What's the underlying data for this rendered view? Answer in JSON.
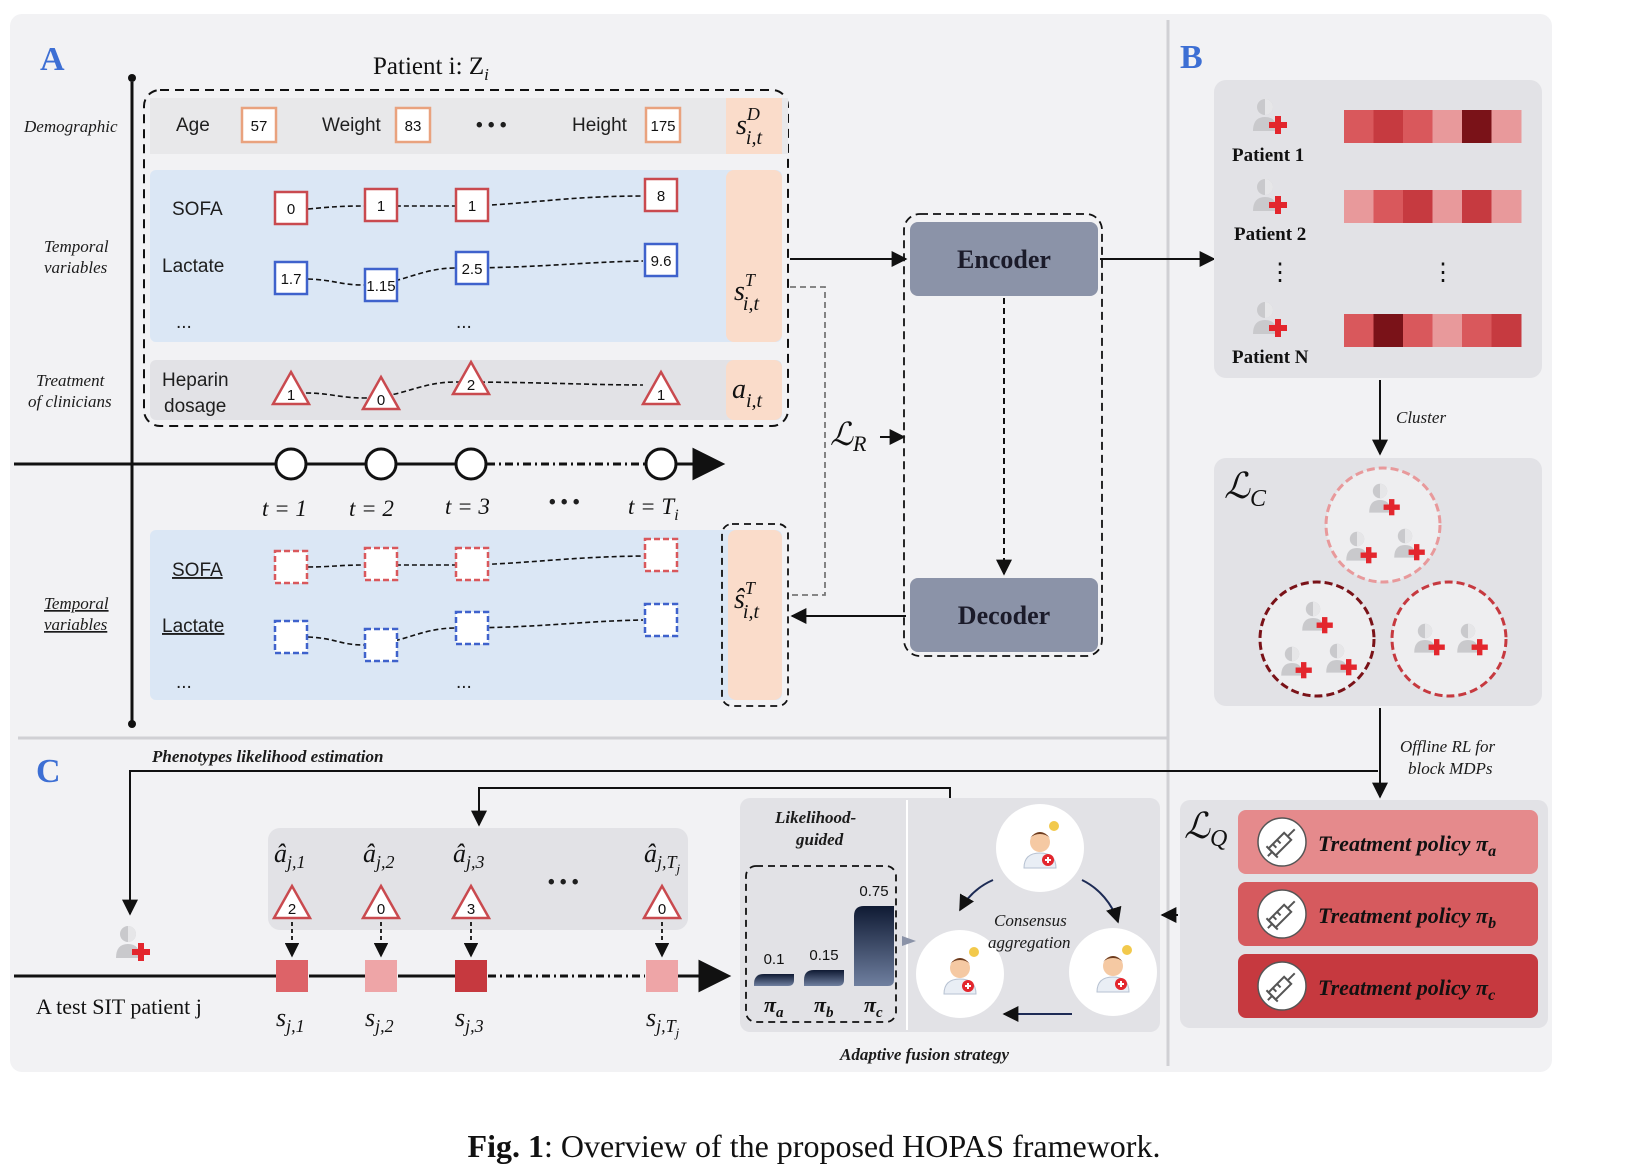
{
  "panels": {
    "a": "A",
    "b": "B",
    "c": "C"
  },
  "panel_a": {
    "title": "Patient i: Z",
    "title_sub": "i",
    "side_labels": {
      "demographic": "Demographic",
      "temporal_1": "Temporal",
      "temporal_2": "variables",
      "treatment_1": "Treatment",
      "treatment_2": "of clinicians",
      "temporal_recon_1": "Temporal",
      "temporal_recon_2": "variables"
    },
    "demographic": {
      "age_label": "Age",
      "age_value": "57",
      "weight_label": "Weight",
      "weight_value": "83",
      "ellipsis": "• • •",
      "height_label": "Height",
      "height_value": "175"
    },
    "temporal": {
      "sofa_label": "SOFA",
      "sofa_values": [
        "0",
        "1",
        "1",
        "8"
      ],
      "lactate_label": "Lactate",
      "lactate_values": [
        "1.7",
        "1.15",
        "2.5",
        "9.6"
      ],
      "more": "...",
      "more2": "..."
    },
    "treatment": {
      "label_1": "Heparin",
      "label_2": "dosage",
      "values": [
        "1",
        "0",
        "2",
        "1"
      ]
    },
    "state_labels": {
      "demo": "s",
      "demo_sup": "D",
      "demo_sub": "i,t",
      "temp": "s",
      "temp_sup": "T",
      "temp_sub": "i,t",
      "action": "a",
      "action_sub": "i,t",
      "recon": "ŝ",
      "recon_sup": "T",
      "recon_sub": "i,t"
    },
    "time_labels": [
      "t = 1",
      "t = 2",
      "t = 3",
      "• • •",
      "t = T"
    ],
    "time_last_sub": "i",
    "recon": {
      "sofa_label": "SOFA",
      "lactate_label": "Lactate",
      "more": "...",
      "more2": "..."
    },
    "encoder": "Encoder",
    "decoder": "Decoder",
    "loss_r": "ℒ",
    "loss_r_sub": "R"
  },
  "panel_b": {
    "patients": [
      "Patient 1",
      "Patient 2",
      "Patient N"
    ],
    "vdots": "⋮",
    "cluster": "Cluster",
    "loss_c": "ℒ",
    "loss_c_sub": "C",
    "offline_1": "Offline RL for",
    "offline_2": "block MDPs",
    "loss_q": "ℒ",
    "loss_q_sub": "Q",
    "policies": [
      {
        "text": "Treatment policy π",
        "sub": "a",
        "color": "#e58a8c"
      },
      {
        "text": "Treatment policy π",
        "sub": "b",
        "color": "#d65a5e"
      },
      {
        "text": "Treatment policy π",
        "sub": "c",
        "color": "#c6393f"
      }
    ],
    "heatmap_colors": [
      [
        "#d9585c",
        "#c63a40",
        "#d9585c",
        "#e8999b",
        "#7a1218",
        "#e8999b"
      ],
      [
        "#e8999b",
        "#d9585c",
        "#c63a40",
        "#e8999b",
        "#c63a40",
        "#e8999b"
      ],
      [
        "#d9585c",
        "#7a1218",
        "#d9585c",
        "#e8999b",
        "#d9585c",
        "#c63a40"
      ]
    ]
  },
  "panel_c": {
    "phenotype": "Phenotypes likelihood estimation",
    "actions": [
      {
        "sym": "â",
        "sub": "j,1",
        "val": "2"
      },
      {
        "sym": "â",
        "sub": "j,2",
        "val": "0"
      },
      {
        "sym": "â",
        "sub": "j,3",
        "val": "3"
      },
      {
        "sym": "â",
        "sub": "j,T",
        "val": "0"
      }
    ],
    "action_dots": "• • •",
    "states": [
      "j,1",
      "j,2",
      "j,3",
      "j,T"
    ],
    "state_colors": [
      "#dd6368",
      "#eea5a7",
      "#c6393f",
      "#eea5a7"
    ],
    "state_sym": "s",
    "last_sub_j": "j",
    "test_patient": "A test SIT patient j",
    "likelihood_1": "Likelihood-",
    "likelihood_2": "guided",
    "bars": [
      {
        "value": 0.1,
        "label": "0.1",
        "pi": "π",
        "sub": "a"
      },
      {
        "value": 0.15,
        "label": "0.15",
        "pi": "π",
        "sub": "b"
      },
      {
        "value": 0.75,
        "label": "0.75",
        "pi": "π",
        "sub": "c"
      }
    ],
    "consensus_1": "Consensus",
    "consensus_2": "aggregation",
    "adaptive": "Adaptive fusion strategy"
  },
  "caption": {
    "bold": "Fig. 1",
    "rest": ": Overview of the proposed HOPAS framework."
  }
}
